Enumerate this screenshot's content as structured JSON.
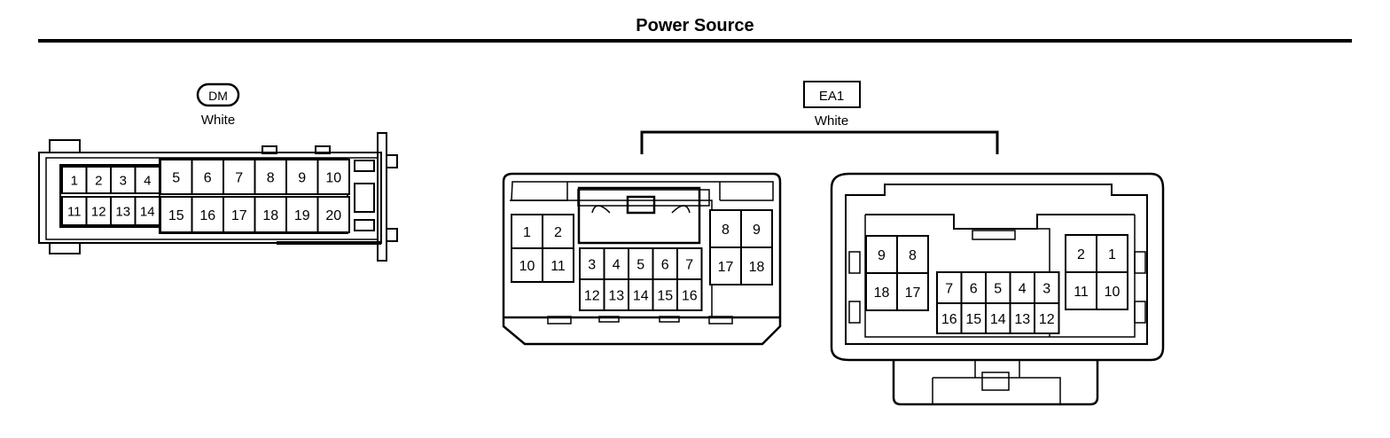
{
  "page": {
    "title": "Power Source"
  },
  "connectors": [
    {
      "code": "DM",
      "color": "White",
      "pins": [
        "1",
        "2",
        "3",
        "4",
        "5",
        "6",
        "7",
        "8",
        "9",
        "10",
        "11",
        "12",
        "13",
        "14",
        "15",
        "16",
        "17",
        "18",
        "19",
        "20"
      ]
    },
    {
      "code": "EA1",
      "color": "White",
      "halves": [
        {
          "pins": [
            "1",
            "2",
            "10",
            "11",
            "3",
            "4",
            "5",
            "6",
            "7",
            "12",
            "13",
            "14",
            "15",
            "16",
            "8",
            "9",
            "17",
            "18"
          ]
        },
        {
          "pins": [
            "9",
            "8",
            "18",
            "17",
            "7",
            "6",
            "5",
            "4",
            "3",
            "16",
            "15",
            "14",
            "13",
            "12",
            "2",
            "1",
            "11",
            "10"
          ]
        }
      ]
    }
  ]
}
